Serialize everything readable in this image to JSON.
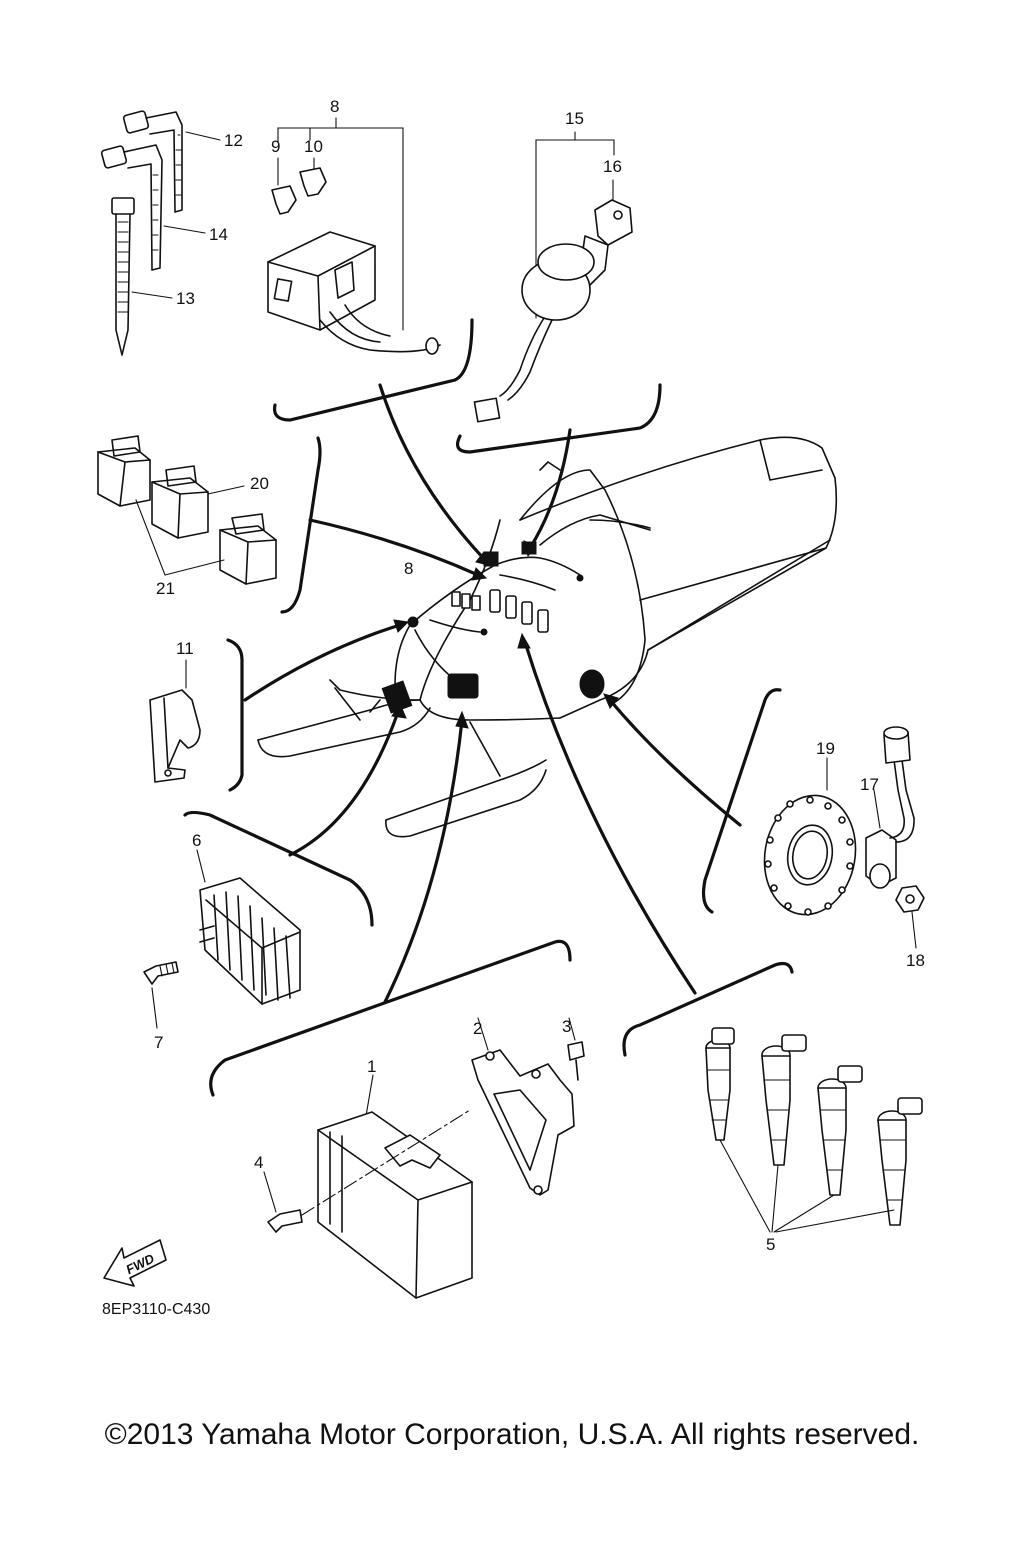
{
  "diagram": {
    "callouts": {
      "c1": "1",
      "c2": "2",
      "c3": "3",
      "c4": "4",
      "c5": "5",
      "c6": "6",
      "c7": "7",
      "c8_top": "8",
      "c8_mid": "8",
      "c9": "9",
      "c10": "10",
      "c11": "11",
      "c12": "12",
      "c13": "13",
      "c14": "14",
      "c15": "15",
      "c16": "16",
      "c17": "17",
      "c18": "18",
      "c19": "19",
      "c20": "20",
      "c21": "21"
    },
    "fwd_label": "FWD",
    "part_code": "8EP3110-C430"
  },
  "footer": {
    "copyright": "©2013 Yamaha Motor Corporation, U.S.A. All rights reserved."
  }
}
